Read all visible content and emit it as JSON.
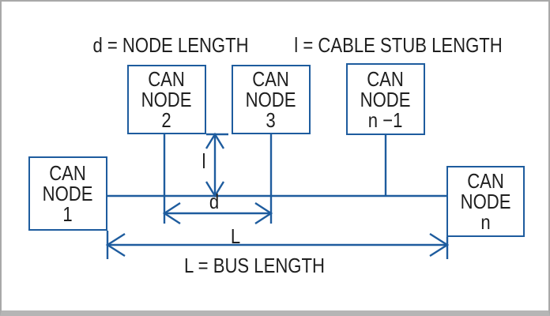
{
  "diagram": {
    "annotations": {
      "node_length": "d = NODE LENGTH",
      "cable_stub_length": "l = CABLE STUB LENGTH",
      "bus_length": "L = BUS LENGTH"
    },
    "dimensions": {
      "stub_length_label": "l",
      "node_spacing_label": "d",
      "bus_length_label": "L"
    },
    "nodes": [
      {
        "id": "can-node-1",
        "lines": [
          "CAN",
          "NODE",
          "1"
        ]
      },
      {
        "id": "can-node-2",
        "lines": [
          "CAN",
          "NODE",
          "2"
        ]
      },
      {
        "id": "can-node-3",
        "lines": [
          "CAN",
          "NODE",
          "3"
        ]
      },
      {
        "id": "can-node-n-minus-1",
        "lines": [
          "CAN",
          "NODE",
          "n −1"
        ]
      },
      {
        "id": "can-node-n",
        "lines": [
          "CAN",
          "NODE",
          "n"
        ]
      }
    ],
    "colors": {
      "line_blue": "#1e5c9e",
      "text": "#1f1f1f",
      "frame_gray": "#a9a9a9",
      "background": "#ffffff"
    }
  }
}
